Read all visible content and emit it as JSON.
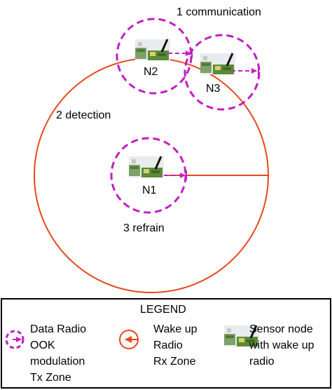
{
  "labels": {
    "communication": "1 communication",
    "detection": "2 detection",
    "refrain": "3 refrain"
  },
  "nodes": [
    {
      "id": "N1"
    },
    {
      "id": "N2"
    },
    {
      "id": "N3"
    }
  ],
  "legend": {
    "title": "LEGEND",
    "data_radio": [
      "Data Radio",
      "OOK",
      "modulation",
      "Tx Zone"
    ],
    "wakeup_radio": [
      "Wake up",
      "Radio",
      "Rx Zone"
    ],
    "sensor_node": [
      "Sensor node",
      "with wake up",
      "radio"
    ]
  },
  "colors": {
    "data_radio_zone": "#c020c0",
    "wakeup_rx_zone": "#e8481c",
    "node_board": "#5a8a3a"
  }
}
